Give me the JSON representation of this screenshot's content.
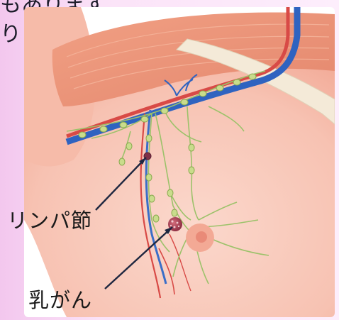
{
  "slide": {
    "background_text_line1": "もありまず",
    "background_text_line2": "り"
  },
  "illustration": {
    "labels": {
      "lymph_node": "リンパ節",
      "breast_cancer": "乳がん"
    }
  },
  "colors": {
    "skin": "#f8c6b8",
    "muscle": "#e98c70",
    "vein": "#3a6ec8",
    "artery": "#d84a46",
    "lymph_vessel": "#9cc26a",
    "lymph_node": "#c7d98b",
    "tumor": "#b0455a"
  }
}
